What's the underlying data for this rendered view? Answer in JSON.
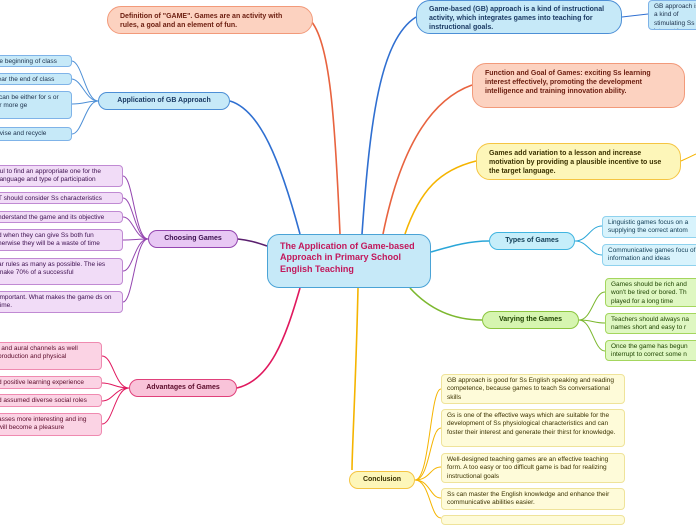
{
  "central_title": "The Application of Game-based Approach in Primary School English Teaching",
  "definition": "Definition of \"GAME\". Games are an activity with rules, a goal and an element of fun.",
  "gb_approach": "Game-based (GB) approach is a kind of instructional activity, which integrates games into teaching for instructional goals.",
  "gb_approach_child": "GB approach is a kind of stimulating Ss interest in teaching effectively",
  "function_goal": "Function and Goal of Games: exciting Ss learning interest effectively, promoting the development intelligence and training innovation ability.",
  "variation": "Games add variation to a lesson and increase motivation by providing a plausible incentive to use the target language.",
  "application": {
    "label": "Application of GB Approach",
    "items": [
      "the beginning of class",
      "near the end of class",
      "s can be either for s or for more ge",
      "revise and recycle"
    ]
  },
  "choosing": {
    "label": "Choosing Games",
    "items": [
      "ful to find an appropriate one for the language and type of participation",
      "T should consider Ss characteristics",
      "nderstand the game and its objective",
      "d when they can give Ss both fun herwise they will be a waste of time",
      "ar rules as many as possible. The ies make 70% of a successful",
      "important. What makes the game ds on time."
    ]
  },
  "types": {
    "label": "Types of Games",
    "items": [
      "Linguistic games focus on a supplying the correct antom",
      "Communicative games focu of information and ideas"
    ]
  },
  "varying": {
    "label": "Varying the Games",
    "items": [
      "Games should be rich and won't be tired or bored. Th played for a long time",
      "Teachers should always na names short and easy to r",
      "Once the game has begun interrupt to correct some n"
    ]
  },
  "advantages": {
    "label": "Advantages of Games",
    "items": [
      "l and aural channels as well production and physical",
      "d positive learning experience",
      "d assumed diverse social roles",
      "asses more interesting and ing will become a pleasure"
    ]
  },
  "conclusion": {
    "label": "Conclusion",
    "items": [
      "GB approach is good for Ss English speaking and reading competence, because games to teach Ss conversational skills",
      "Gs is one of the effective ways which are suitable for the development of Ss physiological characteristics and can foster their interest and generate their thirst for knowledge.",
      "Well-designed teaching games are an effective teaching form. A too easy or too difficult game is bad for realizing instructional goals",
      "Ss can master the English knowledge and enhance their communicative abilities easier."
    ]
  },
  "colors": {
    "blue": "#2f6fd1",
    "salmon": "#e8633f",
    "yellow": "#f5b400",
    "cyan": "#2aa6d8",
    "green": "#7cb82f",
    "violet": "#5a1f6e",
    "pink": "#e0185e",
    "central_text": "#c2185b"
  }
}
